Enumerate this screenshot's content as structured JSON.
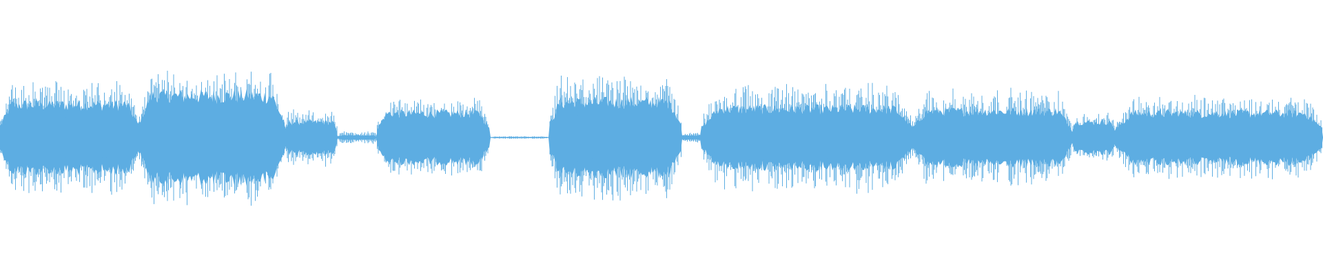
{
  "waveform": {
    "color": "#5DADE2",
    "background": "#FFFFFF",
    "segments": [
      {
        "start": 0.0,
        "end": 0.105,
        "peak": 0.45,
        "body": 0.3
      },
      {
        "start": 0.105,
        "end": 0.215,
        "peak": 0.52,
        "body": 0.38
      },
      {
        "start": 0.215,
        "end": 0.255,
        "peak": 0.22,
        "body": 0.14
      },
      {
        "start": 0.255,
        "end": 0.285,
        "peak": 0.05,
        "body": 0.02
      },
      {
        "start": 0.285,
        "end": 0.37,
        "peak": 0.3,
        "body": 0.22
      },
      {
        "start": 0.37,
        "end": 0.415,
        "peak": 0.01,
        "body": 0.005
      },
      {
        "start": 0.415,
        "end": 0.515,
        "peak": 0.48,
        "body": 0.32
      },
      {
        "start": 0.515,
        "end": 0.53,
        "peak": 0.04,
        "body": 0.02
      },
      {
        "start": 0.53,
        "end": 0.69,
        "peak": 0.42,
        "body": 0.26
      },
      {
        "start": 0.69,
        "end": 0.81,
        "peak": 0.38,
        "body": 0.24
      },
      {
        "start": 0.81,
        "end": 0.843,
        "peak": 0.2,
        "body": 0.14
      },
      {
        "start": 0.843,
        "end": 1.0,
        "peak": 0.33,
        "body": 0.22
      }
    ]
  }
}
